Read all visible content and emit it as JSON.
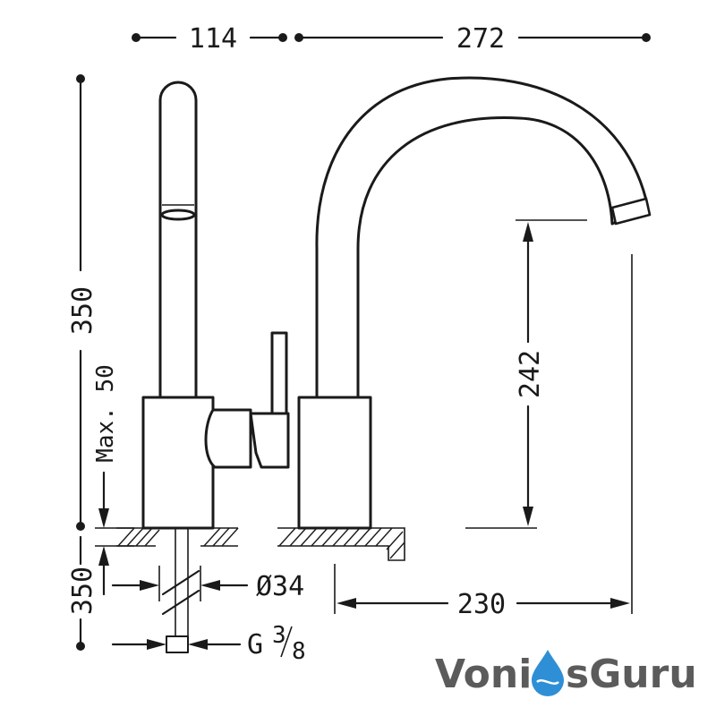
{
  "dimensions": {
    "top_left_width": "114",
    "top_right_width": "272",
    "total_height": "350",
    "max_deck_thickness": "Max. 50",
    "hose_length": "350",
    "spout_height": "242",
    "spout_reach": "230",
    "hole_diameter": "Ø34",
    "connection_thread": "G",
    "thread_num": "3",
    "thread_den": "8"
  },
  "logo": {
    "part1": "Voni",
    "part2": "sGuru",
    "text_color": "#5b5b5b",
    "drop_color": "#2f8fd6"
  },
  "colors": {
    "line": "#1a1a1a"
  }
}
